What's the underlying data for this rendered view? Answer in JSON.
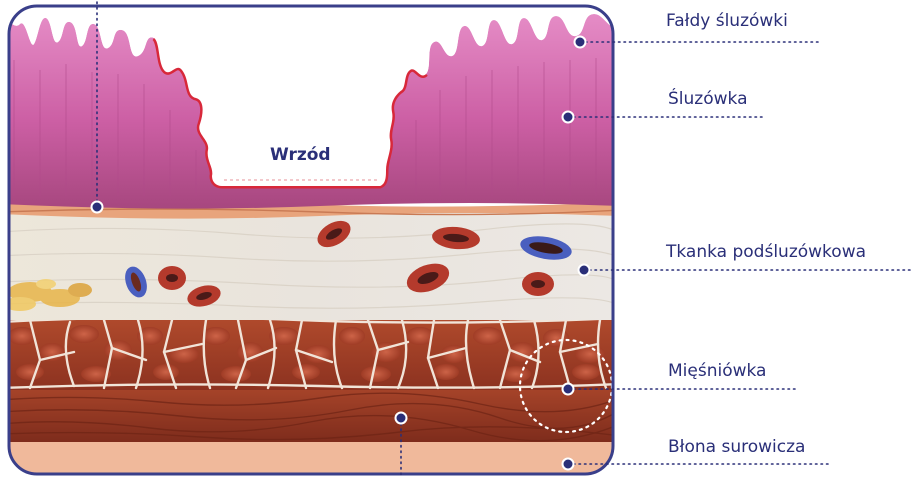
{
  "labels": {
    "ulcer": "Wrzód",
    "mucosal_folds": "Fałdy śluzówki",
    "mucosa": "Śluzówka",
    "submucosa": "Tkanka podśluzówkowa",
    "muscularis": "Mięśniówka",
    "serosa": "Błona surowicza"
  },
  "colors": {
    "label_text": "#2a2f78",
    "mucosa": "#c85a9e",
    "ulcer_rim": "#d8283a",
    "submucosa": "#ece6dc",
    "muscle": "#9c3a24",
    "serosa": "#f0b99b",
    "frame": "#3a3f8a"
  }
}
